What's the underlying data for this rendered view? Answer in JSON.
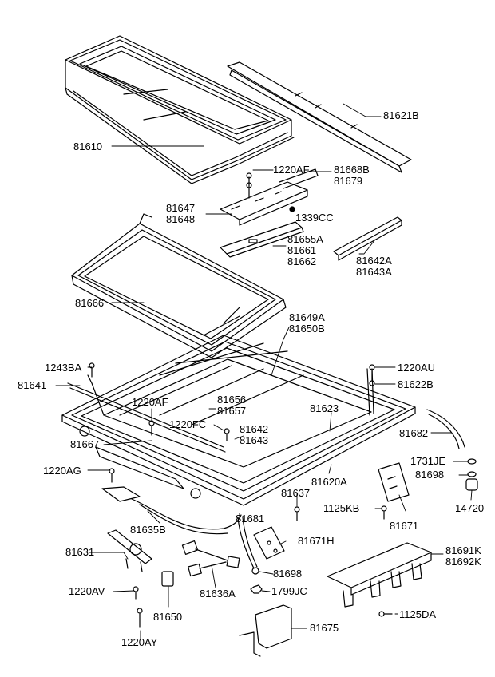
{
  "labels": {
    "l81621B": "81621B",
    "l81610": "81610",
    "l1220AF_top": "1220AF",
    "l81668B": "81668B",
    "l81679": "81679",
    "l81647": "81647",
    "l81648": "81648",
    "l1339CC": "1339CC",
    "l81655A": "81655A",
    "l81661": "81661",
    "l81662": "81662",
    "l81642A": "81642A",
    "l81643A": "81643A",
    "l81666": "81666",
    "l81649A": "81649A",
    "l81650B": "81650B",
    "l1243BA": "1243BA",
    "l1220AU": "1220AU",
    "l81641": "81641",
    "l81622B": "81622B",
    "l1220AF_mid": "1220AF",
    "l81656": "81656",
    "l81657": "81657",
    "l81623": "81623",
    "l1220FC": "1220FC",
    "l81642": "81642",
    "l81643": "81643",
    "l81682": "81682",
    "l81667": "81667",
    "l1731JE": "1731JE",
    "l1220AG": "1220AG",
    "l81698_r": "81698",
    "l81620A": "81620A",
    "l81637": "81637",
    "l1125KB": "1125KB",
    "l14720": "14720",
    "l81681": "81681",
    "l81671": "81671",
    "l81635B": "81635B",
    "l81671H": "81671H",
    "l81631": "81631",
    "l81691K": "81691K",
    "l81692K": "81692K",
    "l81698_b": "81698",
    "l1220AV": "1220AV",
    "l81636A": "81636A",
    "l1799JC": "1799JC",
    "l81650": "81650",
    "l1125DA": "1125DA",
    "l1220AY": "1220AY",
    "l81675": "81675"
  }
}
